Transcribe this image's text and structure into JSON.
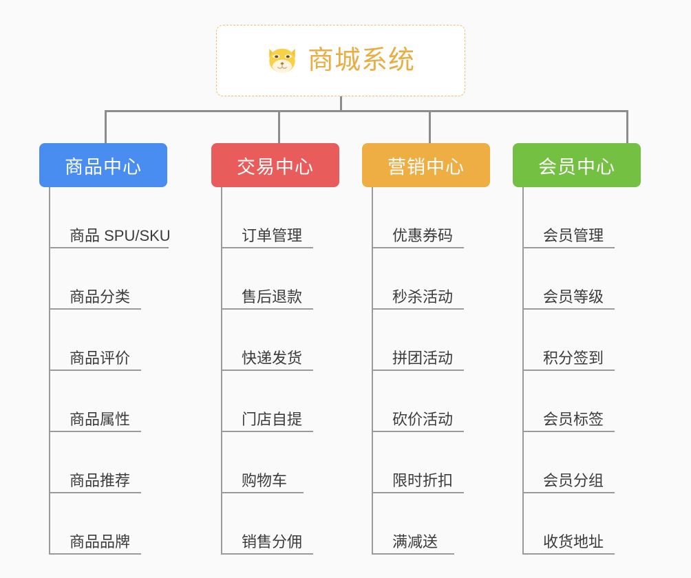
{
  "diagram": {
    "background_color": "#fafafa",
    "root": {
      "title": "商城系统",
      "icon": "shiba-dog-face-icon",
      "text_color": "#e8ae44",
      "border_color": "#f0c068",
      "background_color": "#ffffff"
    },
    "connector_color": "#8c8c8c",
    "columns": [
      {
        "id": "product-center",
        "header": "商品中心",
        "color": "#4a8df0",
        "items": [
          "商品 SPU/SKU",
          "商品分类",
          "商品评价",
          "商品属性",
          "商品推荐",
          "商品品牌"
        ]
      },
      {
        "id": "trade-center",
        "header": "交易中心",
        "color": "#e95c5c",
        "items": [
          "订单管理",
          "售后退款",
          "快递发货",
          "门店自提",
          "购物车",
          "销售分佣"
        ]
      },
      {
        "id": "marketing-center",
        "header": "营销中心",
        "color": "#eeae43",
        "items": [
          "优惠券码",
          "秒杀活动",
          "拼团活动",
          "砍价活动",
          "限时折扣",
          "满减送"
        ]
      },
      {
        "id": "member-center",
        "header": "会员中心",
        "color": "#74c043",
        "items": [
          "会员管理",
          "会员等级",
          "积分签到",
          "会员标签",
          "会员分组",
          "收货地址"
        ]
      }
    ]
  }
}
